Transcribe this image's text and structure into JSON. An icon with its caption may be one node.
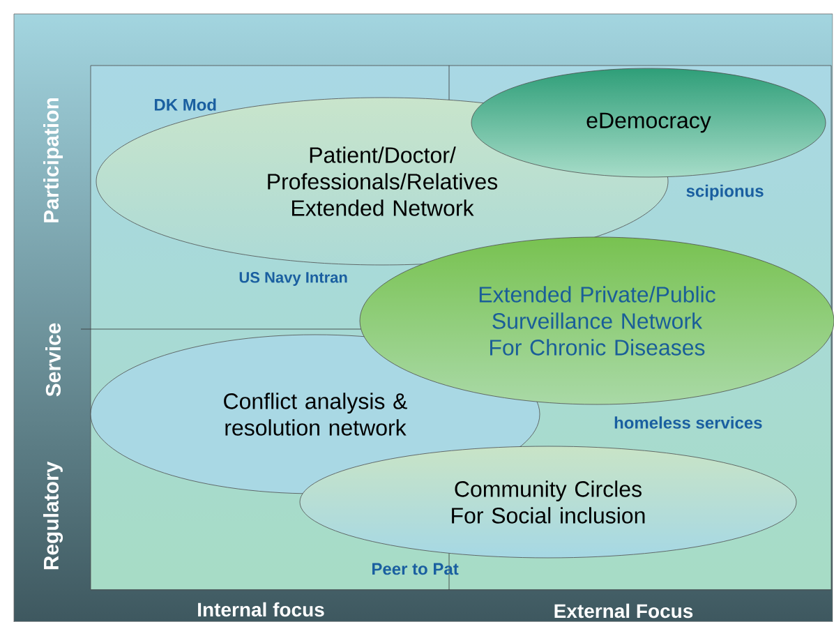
{
  "diagram": {
    "nodes": [
      {
        "text": [
          "Patient/Doctor/ Professionals/Relatives Extended Network"
        ]
      },
      {
        "text": [
          "eDemocracy"
        ]
      },
      {
        "text": [
          "Extended Private/Public Surveillance Network For Chronic Diseases"
        ]
      },
      {
        "text": [
          "Conflict analysis & resolution network"
        ]
      },
      {
        "text": [
          "Community Circles For Social inclusion"
        ]
      }
    ],
    "labels": [
      "Participation",
      "Service",
      "Regulatory",
      "DK Mod",
      "scipionus",
      "US Navy Intran",
      "homeless services",
      "Peer to Pat",
      "Internal focus",
      "External Focus"
    ]
  }
}
